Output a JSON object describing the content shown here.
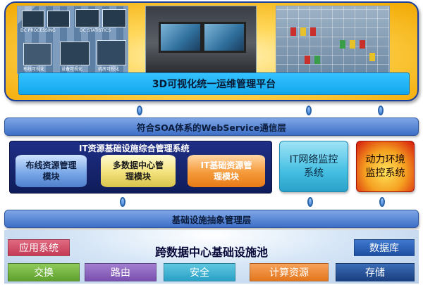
{
  "platform": {
    "title": "3D可视化统一运维管理平台",
    "screenshot_captions": [
      "DC PROCESSING",
      "DC STATISTICS",
      "布线可视化",
      "设备可视化",
      "机房可视化"
    ]
  },
  "soa_bar": "符合SOA体系的WebService通信层",
  "it_mgmt": {
    "title": "IT资源基础设施综合管理系统",
    "modules": [
      {
        "line1": "布线资源管理",
        "line2": "模块"
      },
      {
        "line1": "多数据中心管",
        "line2": "理模块"
      },
      {
        "line1": "IT基础资源管",
        "line2": "理模块"
      }
    ]
  },
  "it_network": {
    "line1": "IT网络监控",
    "line2": "系统"
  },
  "power_env": {
    "line1": "动力环境",
    "line2": "监控系统"
  },
  "abstract_bar": "基础设施抽象管理层",
  "infra": {
    "title": "跨数据中心基础设施池",
    "app_tag": "应用系统",
    "db_tag": "数据库",
    "cells": [
      "交换",
      "路由",
      "安全",
      "计算资源",
      "存储"
    ]
  },
  "colors": {
    "frame_border": "#1b3f9c",
    "platform_bar": "#11a7ee",
    "bar_blue": "#3d6fc7",
    "it_mgmt_bg": "#1f2f86",
    "cyl_blue": "#7aa8e8",
    "cyl_yellow": "#f3e27c",
    "cyl_orange": "#f59a3a",
    "it_network": "#45bfe2",
    "power_env": "#d61a0e",
    "switch": "#5fa02e",
    "route": "#7a4fb0",
    "security": "#2aa1c6",
    "compute": "#e3761c",
    "storage": "#1a3f80",
    "app_tag": "#c43a57",
    "db_tag": "#1e4fa0"
  }
}
